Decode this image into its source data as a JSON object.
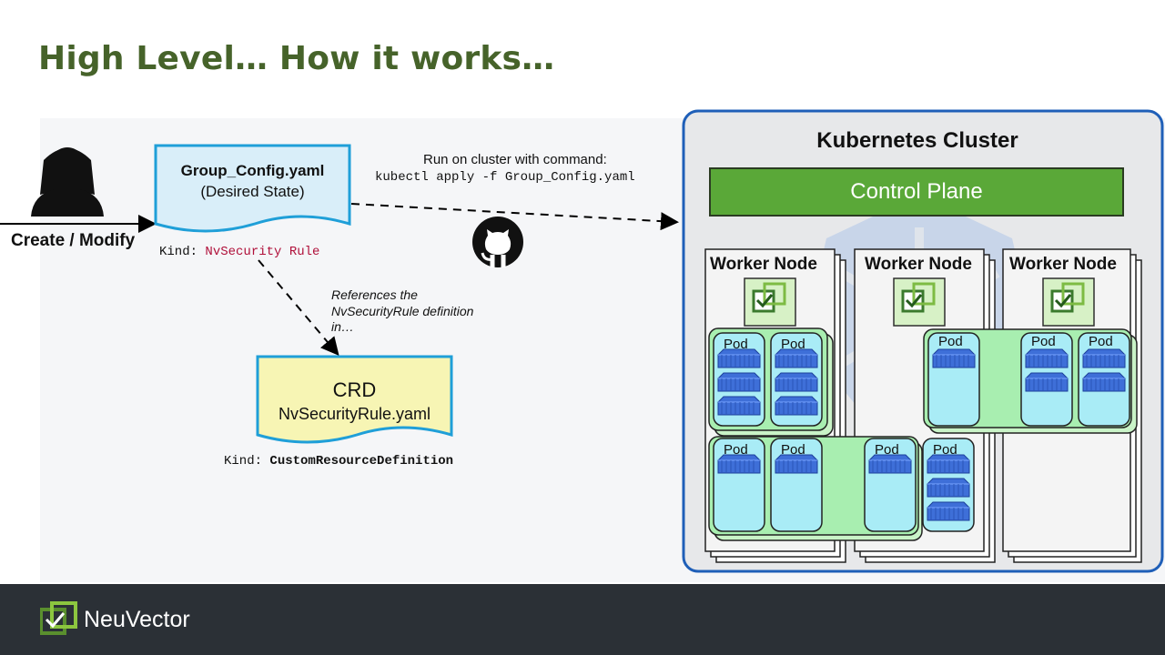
{
  "title": "High Level… How it works…",
  "user_action": "Create / Modify",
  "group_doc": {
    "name": "Group_Config.yaml",
    "subtitle": "(Desired State)"
  },
  "group_kind": {
    "prefix": "Kind: ",
    "value": "NvSecurity Rule"
  },
  "run_text": {
    "line1": "Run on cluster with command:",
    "command": "kubectl apply -f Group_Config.yaml"
  },
  "references_text": {
    "line1": "References the",
    "line2": "NvSecurityRule definition",
    "line3": "in…"
  },
  "crd_doc": {
    "name": "CRD",
    "file": "NvSecurityRule.yaml"
  },
  "crd_kind": {
    "prefix": "Kind: ",
    "value": "CustomResourceDefinition"
  },
  "cluster": {
    "title": "Kubernetes Cluster",
    "control_plane": "Control Plane",
    "worker_nodes": [
      "Worker Node",
      "Worker Node",
      "Worker Node"
    ],
    "pod_label": "Pod"
  },
  "footer": {
    "brand": "NeuVector"
  },
  "colors": {
    "title": "#46632a",
    "cluster_border": "#1f5fb8",
    "control_plane": "#5aa838",
    "pod_fill": "#a9ecf6",
    "pod_group": "#a8eeb0",
    "doc_fill": "#d9eef9",
    "crd_fill": "#f7f5b4",
    "doc_border": "#1f9fd8",
    "kind_value": "#b0103a",
    "footer_bg": "#2b3036"
  },
  "icons": [
    "person-icon",
    "github-icon",
    "neuvector-icon",
    "kubernetes-watermark-icon",
    "container-icon"
  ]
}
